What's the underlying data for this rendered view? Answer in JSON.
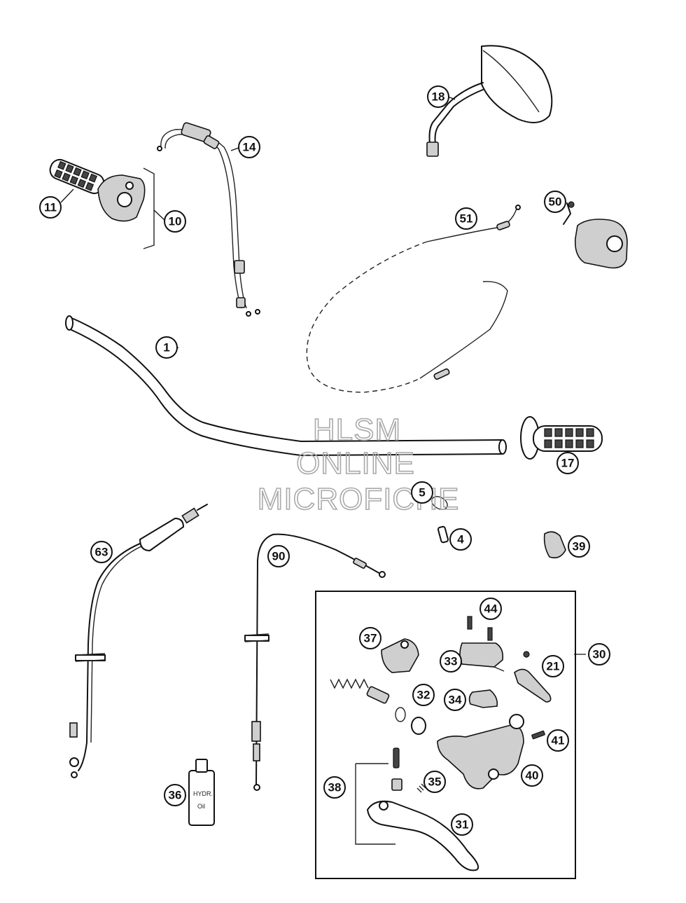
{
  "watermark": {
    "line1": "HLSM",
    "line2": "ONLINE",
    "line3": "MICROFICHE",
    "color": "#a9a9a9"
  },
  "bottle_label": {
    "line1": "HYDR.",
    "line2": "Oil"
  },
  "callouts": {
    "p1": "1",
    "p4": "4",
    "p5": "5",
    "p10": "10",
    "p11": "11",
    "p14": "14",
    "p17": "17",
    "p18": "18",
    "p21": "21",
    "p30": "30",
    "p31": "31",
    "p32": "32",
    "p33": "33",
    "p34": "34",
    "p35": "35",
    "p36": "36",
    "p37": "37",
    "p38": "38",
    "p39": "39",
    "p40": "40",
    "p41": "41",
    "p44": "44",
    "p50": "50",
    "p51": "51",
    "p63": "63",
    "p90": "90"
  }
}
